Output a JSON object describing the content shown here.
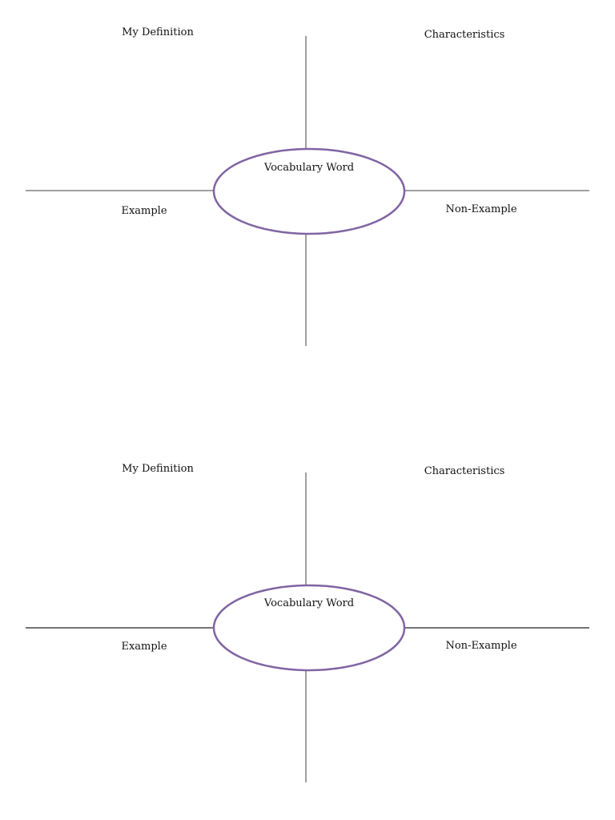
{
  "colors": {
    "oval_stroke": "#8064a2",
    "line_stroke": "#808080",
    "text": "#111111"
  },
  "organizers": [
    {
      "definition_label": "My Definition",
      "characteristics_label": "Characteristics",
      "center_label": "Vocabulary Word",
      "example_label": "Example",
      "non_example_label": "Non-Example"
    },
    {
      "definition_label": "My Definition",
      "characteristics_label": "Characteristics",
      "center_label": "Vocabulary Word",
      "example_label": "Example",
      "non_example_label": "Non-Example"
    }
  ]
}
